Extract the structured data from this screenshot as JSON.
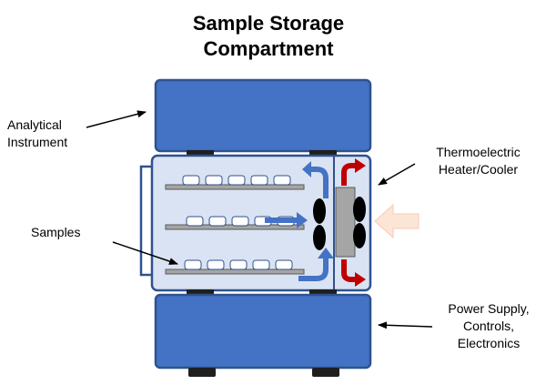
{
  "title": {
    "line1": "Sample Storage",
    "line2": "Compartment"
  },
  "labels": {
    "analytical_instrument": {
      "line1": "Analytical",
      "line2": "Instrument"
    },
    "thermoelectric": {
      "line1": "Thermoelectric",
      "line2": "Heater/Cooler"
    },
    "samples": "Samples",
    "power_supply": {
      "line1": "Power Supply,",
      "line2": "Controls,",
      "line3": "Electronics"
    }
  },
  "colors": {
    "instrument_fill": "#4472c4",
    "instrument_stroke": "#2f528f",
    "compartment_fill": "#dae3f3",
    "shelf_fill": "#a5a5a5",
    "airflow_blue": "#4472c4",
    "airflow_red": "#c00000",
    "heat_arrow": "#fbe5d6",
    "fan_black": "#000000",
    "te_block": "#a5a5a5",
    "foot": "#1f1f1f"
  },
  "icons": [
    "fan-icon",
    "airflow-arrow-icon",
    "heat-inflow-arrow-icon",
    "sample-vial-icon"
  ]
}
